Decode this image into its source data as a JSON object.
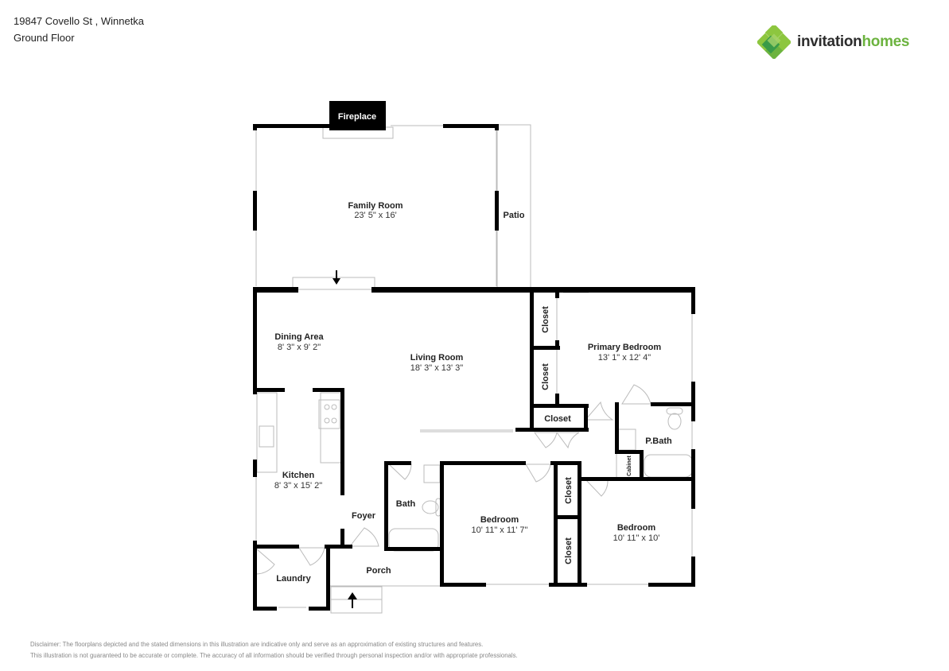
{
  "header": {
    "address": "19847 Covello St , Winnetka",
    "floor": "Ground Floor"
  },
  "logo": {
    "word1": "invitation",
    "word2": "homes",
    "colors": {
      "dark": "#2d2d2d",
      "green": "#6cb33f",
      "light_green": "#8dc63f",
      "dark_green": "#3a9b48"
    }
  },
  "rooms": {
    "fireplace": {
      "name": "Fireplace"
    },
    "family_room": {
      "name": "Family Room",
      "dims": "23' 5\" x 16'"
    },
    "patio": {
      "name": "Patio"
    },
    "dining_area": {
      "name": "Dining Area",
      "dims": "8' 3\" x 9' 2\""
    },
    "living_room": {
      "name": "Living Room",
      "dims": "18' 3\" x 13' 3\""
    },
    "primary_bedroom": {
      "name": "Primary Bedroom",
      "dims": "13' 1\" x 12' 4\""
    },
    "closet_1": {
      "name": "Closet"
    },
    "closet_2": {
      "name": "Closet"
    },
    "closet_3": {
      "name": "Closet"
    },
    "closet_4": {
      "name": "Closet"
    },
    "closet_5": {
      "name": "Closet"
    },
    "p_bath": {
      "name": "P.Bath"
    },
    "cabinet": {
      "name": "Cabinet"
    },
    "kitchen": {
      "name": "Kitchen",
      "dims": "8' 3\" x 15' 2\""
    },
    "bath": {
      "name": "Bath"
    },
    "bedroom_1": {
      "name": "Bedroom",
      "dims": "10' 11\" x 11' 7\""
    },
    "bedroom_2": {
      "name": "Bedroom",
      "dims": "10' 11\" x 10'"
    },
    "foyer": {
      "name": "Foyer"
    },
    "porch": {
      "name": "Porch"
    },
    "laundry": {
      "name": "Laundry"
    }
  },
  "disclaimer": {
    "line1": "Disclaimer: The floorplans depicted and the stated dimensions in this illustration are indicative only and serve as an approximation of existing structures and features.",
    "line2": "This illustration is not guaranteed to be accurate or complete. The accuracy of all information should be verified through personal inspection and/or with appropriate professionals."
  }
}
